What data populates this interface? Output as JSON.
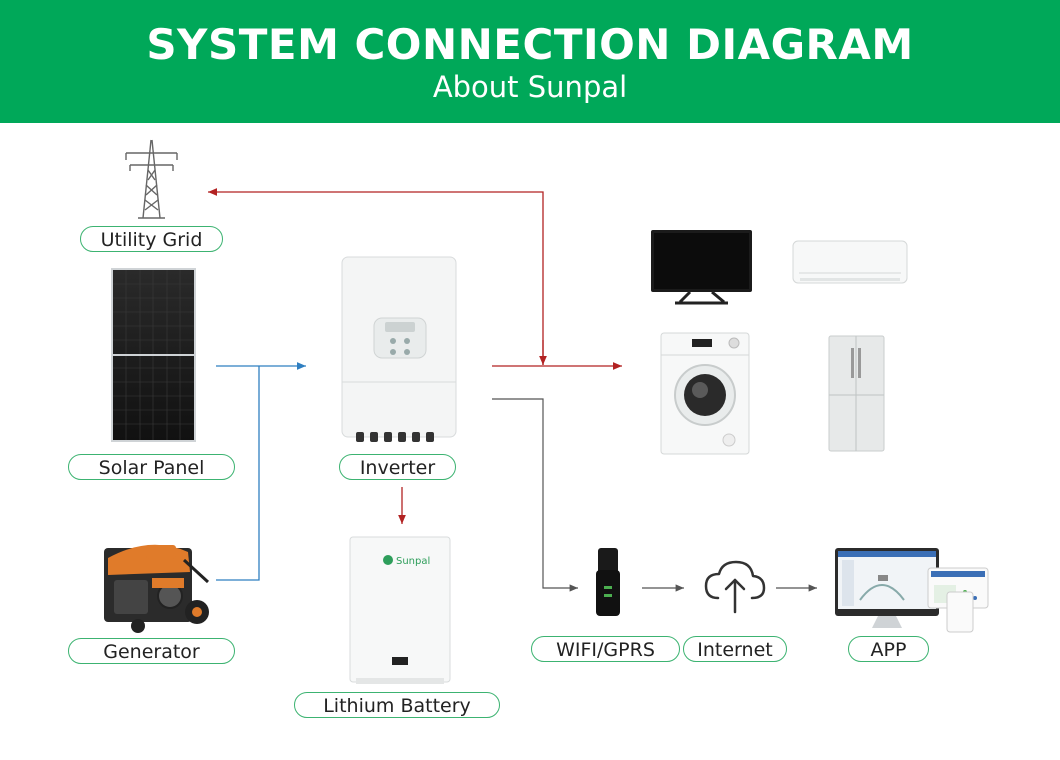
{
  "header": {
    "title": "SYSTEM CONNECTION DIAGRAM",
    "subtitle": "About Sunpal"
  },
  "nodes": {
    "utility_grid": "Utility Grid",
    "solar_panel": "Solar Panel",
    "generator": "Generator",
    "inverter": "Inverter",
    "lithium_battery": "Lithium Battery",
    "wifi_gprs": "WIFI/GPRS",
    "internet": "Internet",
    "app": "APP"
  },
  "battery_brand": "Sunpal",
  "colors": {
    "brand_green": "#00a859",
    "label_border": "#3cb371",
    "ac_line": "#b22222",
    "dc_line": "#2f7fc1",
    "comm_line": "#555555"
  },
  "icons": [
    "transmission-tower-icon",
    "solar-panel-icon",
    "generator-icon",
    "inverter-icon",
    "battery-icon",
    "tv-icon",
    "air-conditioner-icon",
    "washing-machine-icon",
    "refrigerator-icon",
    "wifi-dongle-icon",
    "cloud-upload-icon",
    "monitor-app-icon"
  ]
}
